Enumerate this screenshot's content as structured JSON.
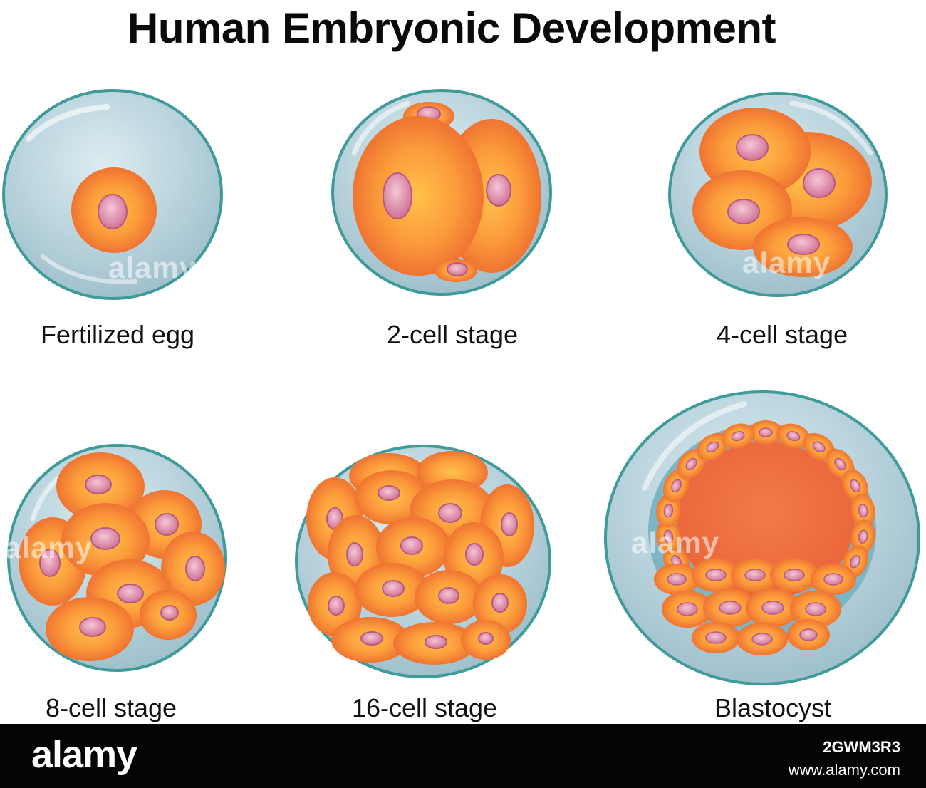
{
  "title": "Human Embryonic Development",
  "stages": [
    {
      "label": "Fertilized egg"
    },
    {
      "label": "2-cell stage"
    },
    {
      "label": "4-cell stage"
    },
    {
      "label": "8-cell stage"
    },
    {
      "label": "16-cell stage"
    },
    {
      "label": "Blastocyst"
    }
  ],
  "watermark": "alamy",
  "footer": {
    "logo": "alamy",
    "image_id": "2GWM3R3",
    "url": "www.alamy.com"
  },
  "colors": {
    "zona_fill": "#c3dde6",
    "zona_edge": "#3f9a9a",
    "cell_orange": "#f07a35",
    "cell_light": "#ffb845",
    "nucleus": "#d97fa0",
    "nucleus_light": "#f2b6c9",
    "footer_bg": "#050505"
  }
}
